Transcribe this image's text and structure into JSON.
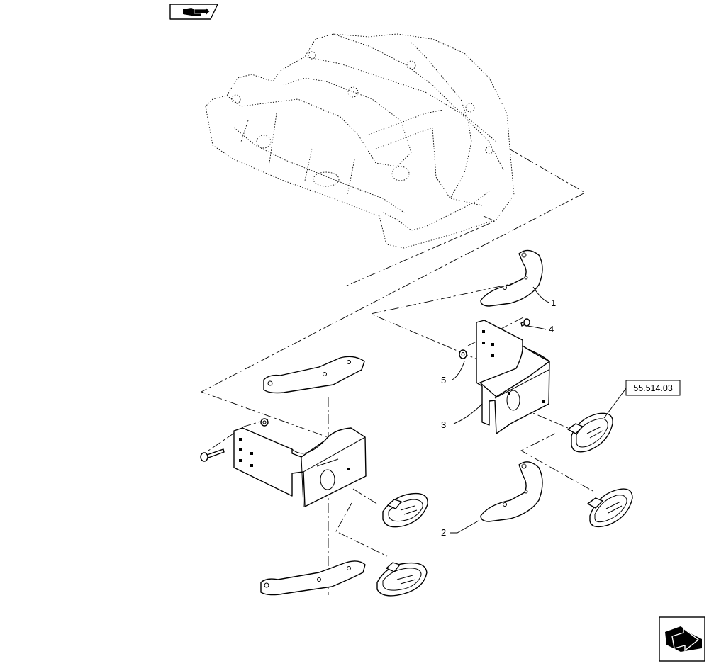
{
  "diagram": {
    "callouts": [
      {
        "id": "c1",
        "text": "1"
      },
      {
        "id": "c2",
        "text": "2"
      },
      {
        "id": "c3",
        "text": "3"
      },
      {
        "id": "c4",
        "text": "4"
      },
      {
        "id": "c5",
        "text": "5"
      }
    ],
    "reference_box": "55.514.03"
  },
  "icons": {
    "top_left": "book-arrow-icon",
    "bottom_right": "next-page-arrow-icon"
  }
}
